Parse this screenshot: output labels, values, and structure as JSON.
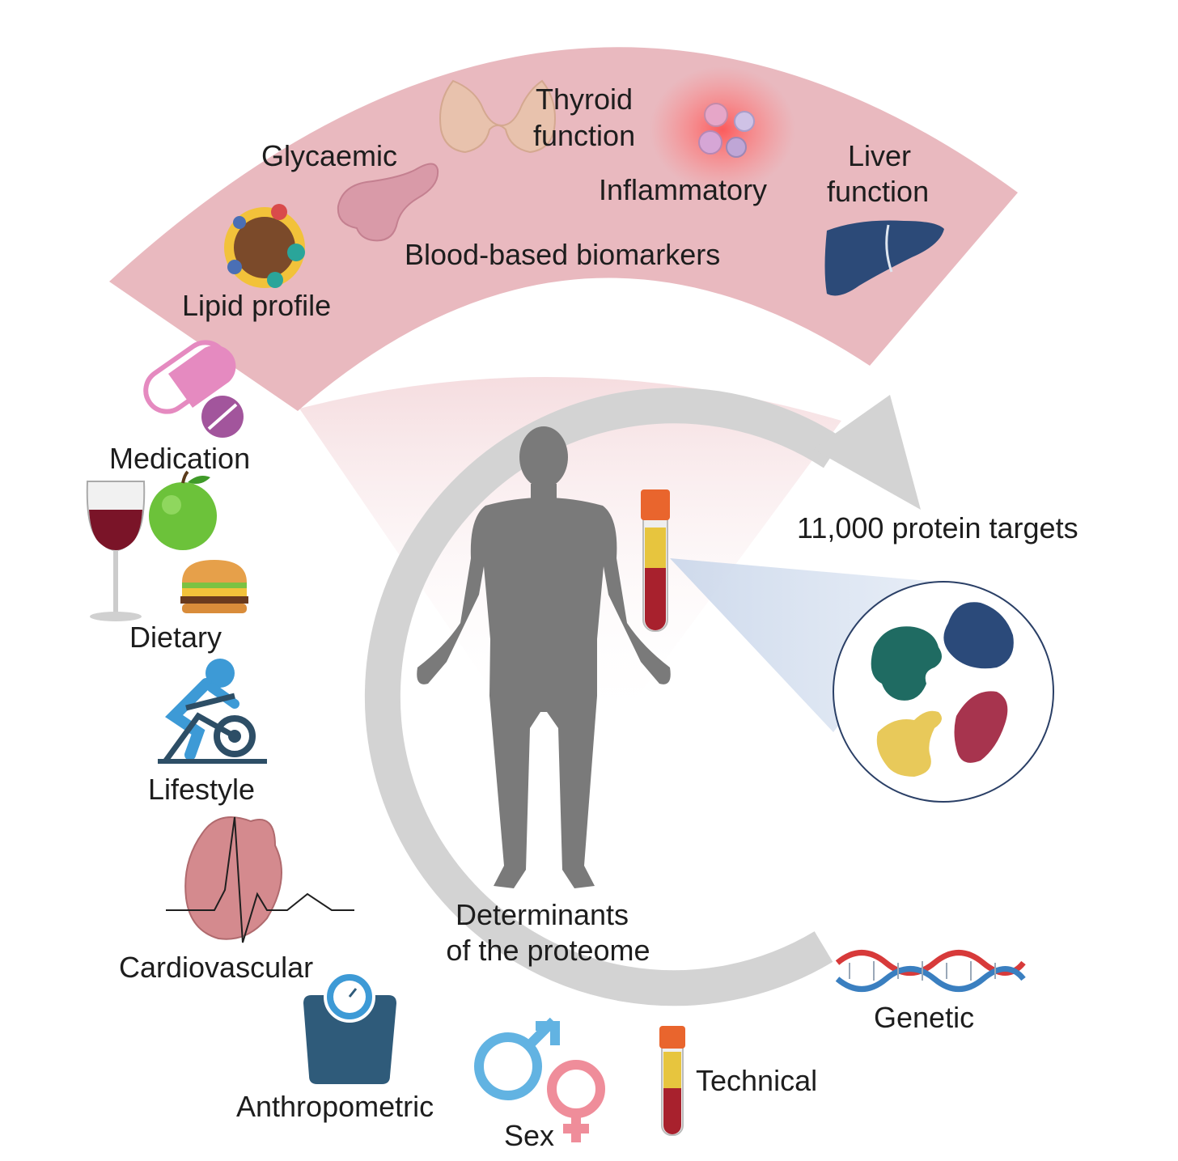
{
  "biomarkers": {
    "title": "Blood-based biomarkers",
    "glycaemic": "Glycaemic",
    "thyroid_line1": "Thyroid",
    "thyroid_line2": "function",
    "inflammatory": "Inflammatory",
    "liver_line1": "Liver",
    "liver_line2": "function",
    "lipid": "Lipid profile"
  },
  "factors": {
    "medication": "Medication",
    "dietary": "Dietary",
    "lifestyle": "Lifestyle",
    "cardiovascular": "Cardiovascular",
    "anthropometric": "Anthropometric",
    "sex": "Sex",
    "technical": "Technical",
    "genetic": "Genetic"
  },
  "center": {
    "line1": "Determinants",
    "line2": "of the proteome"
  },
  "proteins": {
    "label": "11,000 protein targets"
  },
  "colors": {
    "fan": "#e9b9bf",
    "arrow": "#d3d3d3",
    "body": "#7a7a7a",
    "liver": "#2c4a78",
    "protein_teal": "#1f6b62",
    "protein_navy": "#2b4a7a",
    "protein_red": "#a7344e",
    "protein_yellow": "#e8c95a"
  },
  "icons": [
    "thyroid-icon",
    "pancreas-icon",
    "lipoprotein-icon",
    "immune-cells-icon",
    "liver-icon",
    "pill-icon",
    "wine-glass-icon",
    "apple-icon",
    "burger-icon",
    "exercise-bike-icon",
    "heart-icon",
    "scale-icon",
    "male-symbol-icon",
    "female-symbol-icon",
    "blood-tube-icon",
    "dna-icon",
    "human-figure-icon"
  ]
}
